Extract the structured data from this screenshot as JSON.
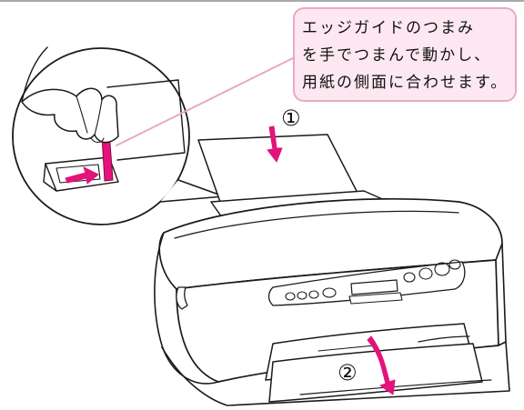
{
  "callout": {
    "lines": [
      "エッジガイドのつまみ",
      "を手でつまんで動かし、",
      "用紙の側面に合わせます。"
    ]
  },
  "steps": {
    "one": "①",
    "two": "②"
  },
  "colors": {
    "accent": "#e4127b",
    "callout_bg": "#fde8f1",
    "callout_border": "#e9a8c8",
    "line": "#1a1a1a"
  }
}
